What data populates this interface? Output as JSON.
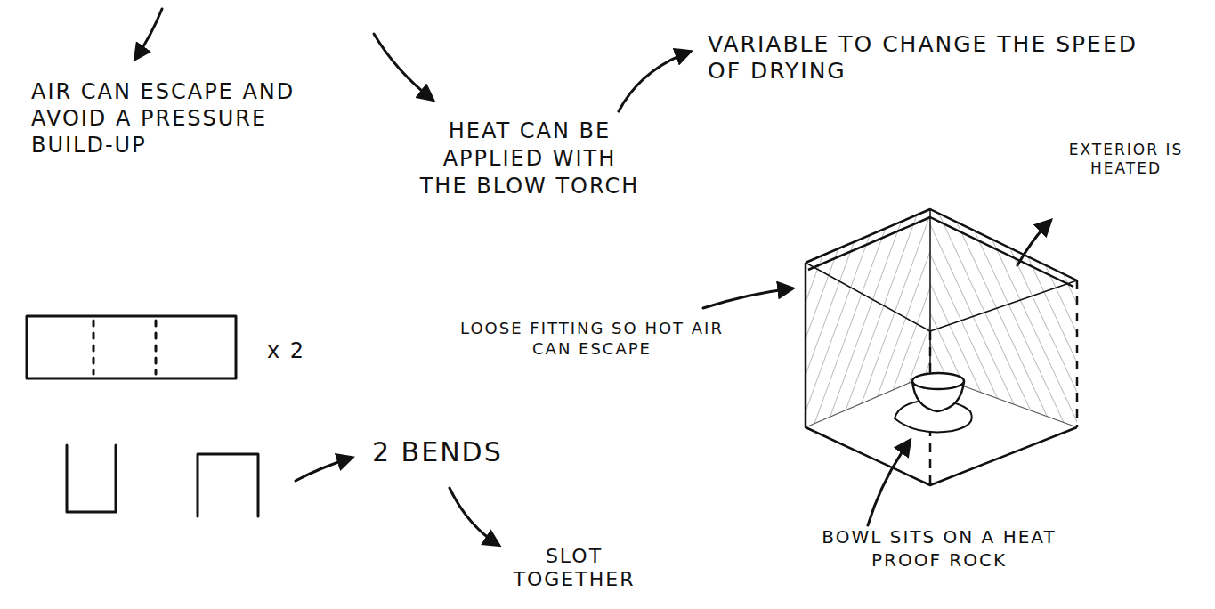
{
  "diagram": {
    "labels": [
      "AIR CAN ESCAPE AND AVOID A PRESSURE BUILD-UP",
      "HEAT CAN BE APPLIED WITH THE BLOW TORCH",
      "VARIABLE TO CHANGE THE SPEED OF DRYING",
      "EXTERIOR IS HEATED",
      "LOOSE FITTING SO HOT AIR CAN ESCAPE",
      "x 2",
      "2 BENDS",
      "SLOT TOGETHER",
      "BOWL SITS ON A HEAT PROOF ROCK"
    ]
  }
}
